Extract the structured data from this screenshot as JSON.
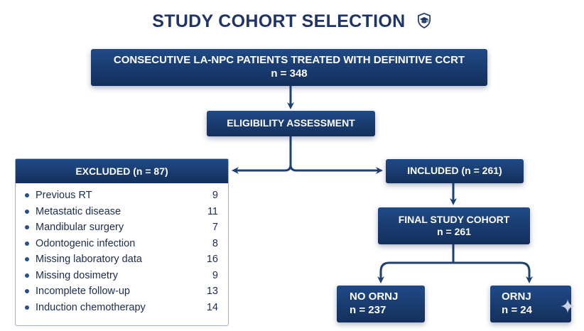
{
  "title": "STUDY COHORT SELECTION",
  "title_icon": "shield-graduation-cap-icon",
  "colors": {
    "box_fill": "#1a3d73",
    "title": "#1e3565",
    "arrow": "#1e3f72",
    "bullet": "#2b4e86"
  },
  "boxes": {
    "consecutive": {
      "line1": "CONSECUTIVE LA-NPC PATIENTS TREATED WITH DEFINITIVE CCRT",
      "line2": "n = 348"
    },
    "eligibility": {
      "label": "ELIGIBILITY ASSESSMENT"
    },
    "included": {
      "label": "INCLUDED (n = 261)"
    },
    "final": {
      "line1": "FINAL STUDY COHORT",
      "line2": "n = 261"
    },
    "no_ornj": {
      "line1": "NO ORNJ",
      "line2": "n = 237"
    },
    "ornj": {
      "line1": "ORNJ",
      "line2": "n = 24"
    }
  },
  "excluded": {
    "header": "EXCLUDED (n = 87)",
    "items": [
      {
        "label": "Previous RT",
        "count": "9"
      },
      {
        "label": "Metastatic disease",
        "count": "11"
      },
      {
        "label": "Mandibular surgery",
        "count": "7"
      },
      {
        "label": "Odontogenic infection",
        "count": "8"
      },
      {
        "label": "Missing laboratory data",
        "count": "16"
      },
      {
        "label": "Missing dosimetry",
        "count": "9"
      },
      {
        "label": "Incomplete follow-up",
        "count": "13"
      },
      {
        "label": "Induction chemotherapy",
        "count": "14"
      }
    ]
  }
}
